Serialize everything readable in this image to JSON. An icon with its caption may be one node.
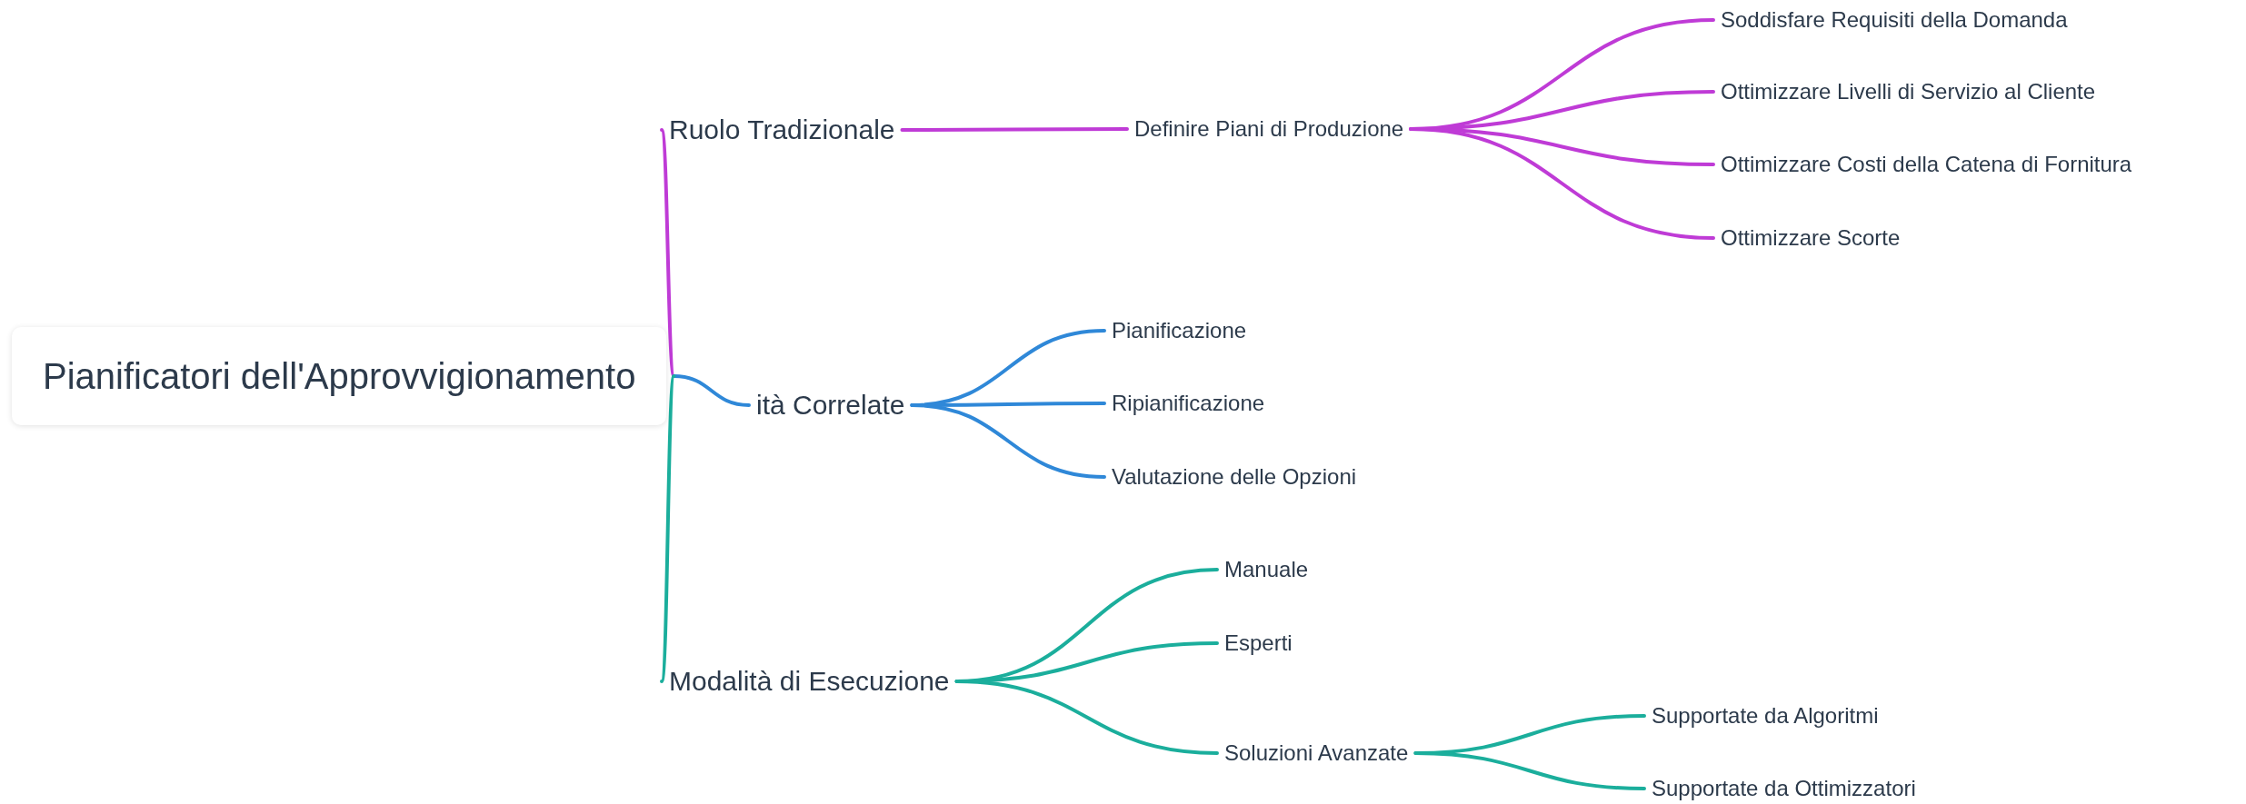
{
  "diagram": {
    "nodes": [
      {
        "text": [
          "Pianificatori dell'Approvvigionamento"
        ]
      },
      {
        "text": [
          "Ruolo Tradizionale"
        ]
      },
      {
        "text": [
          "Definire Piani di Produzione"
        ]
      },
      {
        "text": [
          "Soddisfare Requisiti della Domanda"
        ]
      },
      {
        "text": [
          "Ottimizzare Livelli di Servizio al Cliente"
        ]
      },
      {
        "text": [
          "Ottimizzare Costi della Catena di Fornitura"
        ]
      },
      {
        "text": [
          "Ottimizzare Scorte"
        ]
      },
      {
        "text": [
          "ità Correlate"
        ]
      },
      {
        "text": [
          "Pianificazione"
        ]
      },
      {
        "text": [
          "Ripianificazione"
        ]
      },
      {
        "text": [
          "Valutazione delle Opzioni"
        ]
      },
      {
        "text": [
          "Modalità di Esecuzione"
        ]
      },
      {
        "text": [
          "Manuale"
        ]
      },
      {
        "text": [
          "Esperti"
        ]
      },
      {
        "text": [
          "Soluzioni Avanzate"
        ]
      },
      {
        "text": [
          "Supportate da Algoritmi"
        ]
      },
      {
        "text": [
          "Supportate da Ottimizzatori"
        ]
      }
    ],
    "edges": [
      {
        "from": 0,
        "to": 1,
        "arrow": "none",
        "color": "#bf3bd6"
      },
      {
        "from": 1,
        "to": 2,
        "arrow": "none",
        "color": "#bf3bd6"
      },
      {
        "from": 2,
        "to": 3,
        "arrow": "none",
        "color": "#bf3bd6"
      },
      {
        "from": 2,
        "to": 4,
        "arrow": "none",
        "color": "#bf3bd6"
      },
      {
        "from": 2,
        "to": 5,
        "arrow": "none",
        "color": "#bf3bd6"
      },
      {
        "from": 2,
        "to": 6,
        "arrow": "none",
        "color": "#bf3bd6"
      },
      {
        "from": 0,
        "to": 7,
        "arrow": "none",
        "color": "#2f88d8"
      },
      {
        "from": 7,
        "to": 8,
        "arrow": "none",
        "color": "#2f88d8"
      },
      {
        "from": 7,
        "to": 9,
        "arrow": "none",
        "color": "#2f88d8"
      },
      {
        "from": 7,
        "to": 10,
        "arrow": "none",
        "color": "#2f88d8"
      },
      {
        "from": 0,
        "to": 11,
        "arrow": "none",
        "color": "#1bae9c"
      },
      {
        "from": 11,
        "to": 12,
        "arrow": "none",
        "color": "#1bae9c"
      },
      {
        "from": 11,
        "to": 13,
        "arrow": "none",
        "color": "#1bae9c"
      },
      {
        "from": 11,
        "to": 14,
        "arrow": "none",
        "color": "#1bae9c"
      },
      {
        "from": 14,
        "to": 15,
        "arrow": "none",
        "color": "#1bae9c"
      },
      {
        "from": 14,
        "to": 16,
        "arrow": "none",
        "color": "#1bae9c"
      }
    ]
  }
}
